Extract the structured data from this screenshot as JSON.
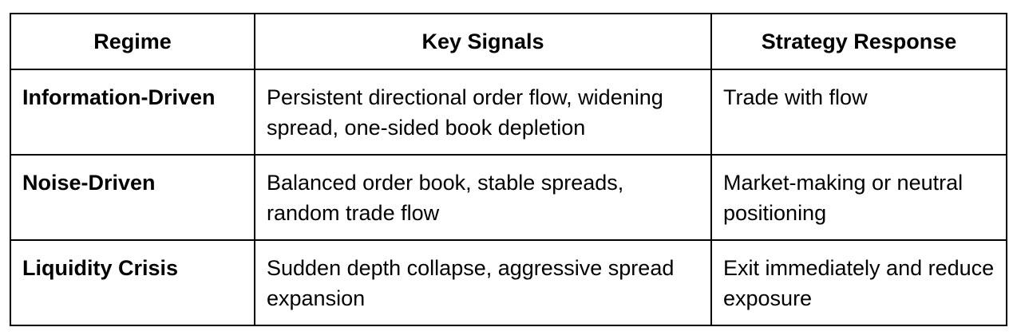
{
  "table": {
    "headers": [
      "Regime",
      "Key Signals",
      "Strategy Response"
    ],
    "rows": [
      {
        "regime": "Information-Driven",
        "signals": "Persistent directional order flow, widening spread, one-sided book depletion",
        "response": "Trade with flow"
      },
      {
        "regime": "Noise-Driven",
        "signals": "Balanced order book, stable spreads, random trade flow",
        "response": "Market-making or neutral positioning"
      },
      {
        "regime": "Liquidity Crisis",
        "signals": "Sudden depth collapse, aggressive spread expansion",
        "response": "Exit immediately and reduce exposure"
      }
    ]
  }
}
